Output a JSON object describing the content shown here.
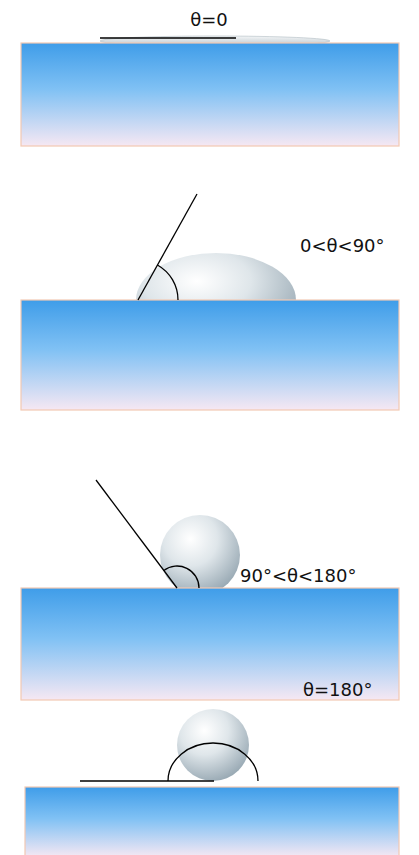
{
  "diagram": {
    "labels": [
      "θ=0",
      "0<θ<90°",
      "90°<θ<180°",
      "θ=180°"
    ]
  }
}
